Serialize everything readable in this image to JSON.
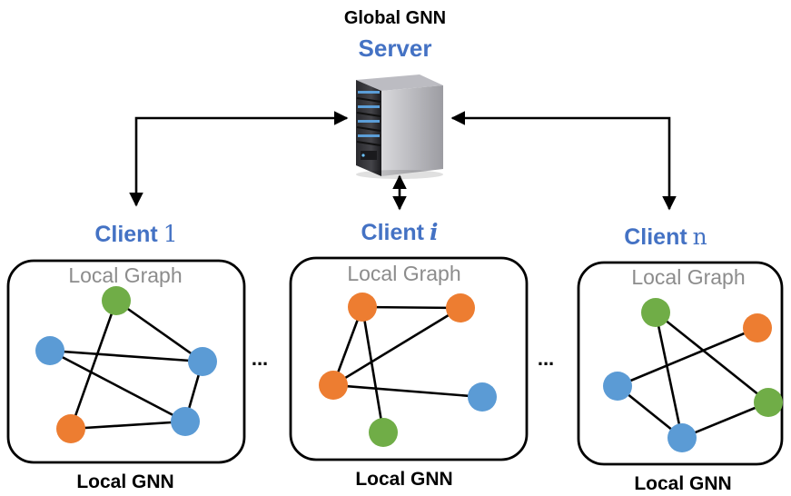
{
  "header": {
    "title": "Global GNN",
    "server_label": "Server"
  },
  "clients": [
    {
      "label_word": "Client",
      "label_index": "1",
      "graph_label": "Local Graph",
      "model_label": "Local GNN",
      "nodes": [
        {
          "id": "a",
          "color": "green"
        },
        {
          "id": "b",
          "color": "blue"
        },
        {
          "id": "c",
          "color": "blue"
        },
        {
          "id": "d",
          "color": "orange"
        },
        {
          "id": "e",
          "color": "blue"
        }
      ],
      "edges": [
        [
          "a",
          "c"
        ],
        [
          "a",
          "d"
        ],
        [
          "b",
          "c"
        ],
        [
          "b",
          "e"
        ],
        [
          "c",
          "e"
        ],
        [
          "d",
          "e"
        ]
      ]
    },
    {
      "label_word": "Client",
      "label_index": "i",
      "graph_label": "Local Graph",
      "model_label": "Local GNN",
      "nodes": [
        {
          "id": "a",
          "color": "orange"
        },
        {
          "id": "b",
          "color": "orange"
        },
        {
          "id": "c",
          "color": "orange"
        },
        {
          "id": "d",
          "color": "blue"
        },
        {
          "id": "e",
          "color": "green"
        }
      ],
      "edges": [
        [
          "a",
          "b"
        ],
        [
          "a",
          "c"
        ],
        [
          "a",
          "e"
        ],
        [
          "b",
          "c"
        ],
        [
          "c",
          "d"
        ]
      ]
    },
    {
      "label_word": "Client",
      "label_index": "n",
      "graph_label": "Local Graph",
      "model_label": "Local GNN",
      "nodes": [
        {
          "id": "a",
          "color": "green"
        },
        {
          "id": "b",
          "color": "orange"
        },
        {
          "id": "c",
          "color": "blue"
        },
        {
          "id": "d",
          "color": "green"
        },
        {
          "id": "e",
          "color": "blue"
        }
      ],
      "edges": [
        [
          "a",
          "d"
        ],
        [
          "a",
          "e"
        ],
        [
          "b",
          "c"
        ],
        [
          "c",
          "e"
        ],
        [
          "e",
          "d"
        ]
      ]
    }
  ],
  "ellipsis": "...",
  "colors": {
    "accent": "#4472c4",
    "node_blue": "#5b9bd5",
    "node_orange": "#ed7d31",
    "node_green": "#70ad47",
    "graph_label": "#8c8c8c"
  }
}
